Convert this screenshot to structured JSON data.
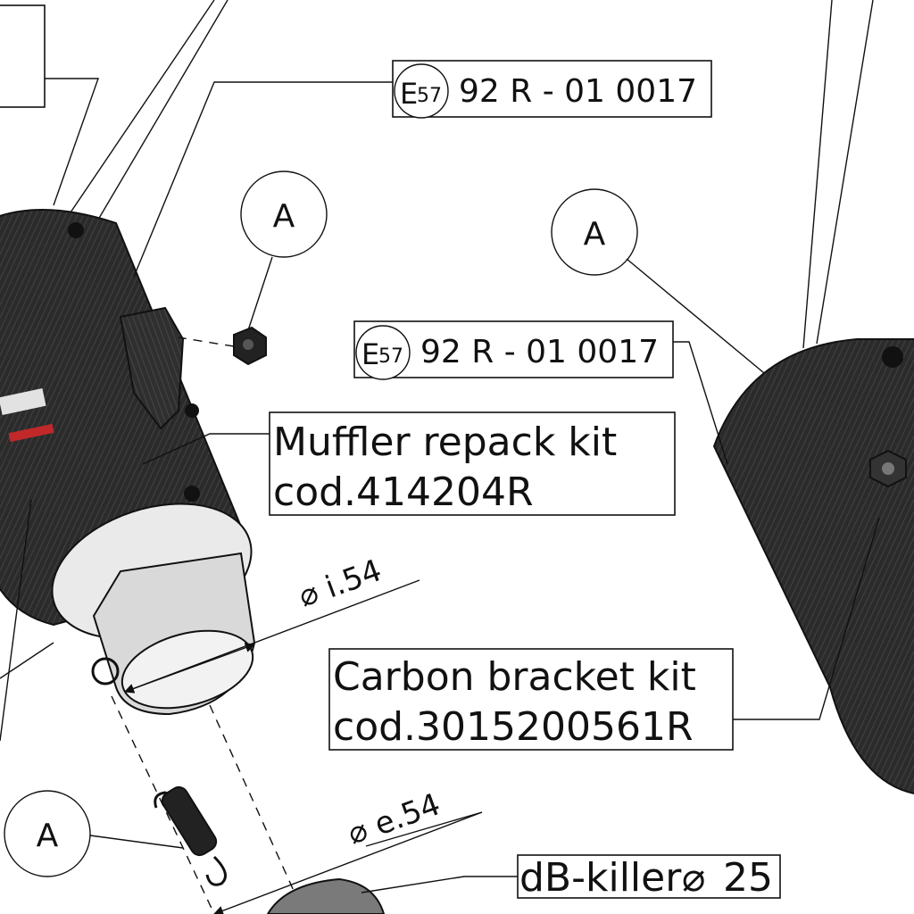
{
  "callouts": {
    "e_mark_1": {
      "symbol": "E",
      "symbol_sub": "57",
      "code": "92 R - 01 0017"
    },
    "e_mark_2": {
      "symbol": "E",
      "symbol_sub": "57",
      "code": "92 R - 01 0017"
    },
    "muffler_kit": {
      "line1": "Muffler repack kit",
      "line2": "cod.414204R"
    },
    "carbon_kit": {
      "line1": "Carbon bracket kit",
      "line2": "cod.3015200561R"
    },
    "db_killer": {
      "label": "dB-killer",
      "diameter_symbol": "⌀",
      "value": "25"
    }
  },
  "dimensions": {
    "inner": "i.54",
    "outer": "e.54",
    "diameter_symbol": "⌀"
  },
  "detail_refs": {
    "ref1": "A",
    "ref2": "A",
    "ref3": "A"
  }
}
